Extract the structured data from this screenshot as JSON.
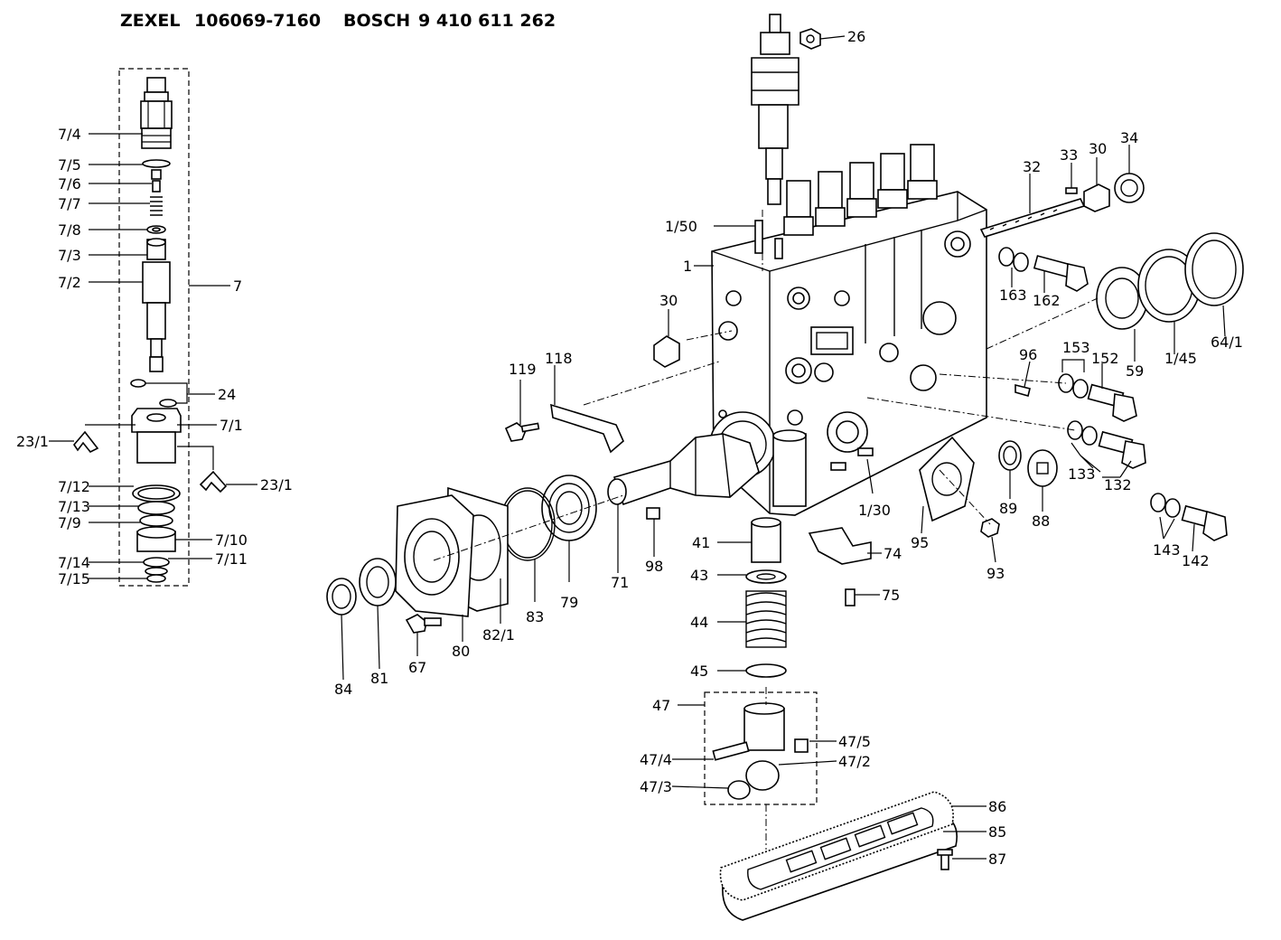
{
  "title": {
    "brand1": "ZEXEL",
    "part1": "106069-7160",
    "brand2": "BOSCH",
    "part2": "9 410 611 262"
  },
  "callouts": [
    {
      "id": "26",
      "text": "26"
    },
    {
      "id": "7-4",
      "text": "7/4"
    },
    {
      "id": "7-5",
      "text": "7/5"
    },
    {
      "id": "7-6",
      "text": "7/6"
    },
    {
      "id": "7-7",
      "text": "7/7"
    },
    {
      "id": "7-8",
      "text": "7/8"
    },
    {
      "id": "7-3",
      "text": "7/3"
    },
    {
      "id": "7-2",
      "text": "7/2"
    },
    {
      "id": "7",
      "text": "7"
    },
    {
      "id": "24",
      "text": "24"
    },
    {
      "id": "7-1",
      "text": "7/1"
    },
    {
      "id": "23-1a",
      "text": "23/1"
    },
    {
      "id": "23-1b",
      "text": "23/1"
    },
    {
      "id": "7-12",
      "text": "7/12"
    },
    {
      "id": "7-13",
      "text": "7/13"
    },
    {
      "id": "7-9",
      "text": "7/9"
    },
    {
      "id": "7-10",
      "text": "7/10"
    },
    {
      "id": "7-14",
      "text": "7/14"
    },
    {
      "id": "7-11",
      "text": "7/11"
    },
    {
      "id": "7-15",
      "text": "7/15"
    },
    {
      "id": "1-50",
      "text": "1/50"
    },
    {
      "id": "1",
      "text": "1"
    },
    {
      "id": "30a",
      "text": "30"
    },
    {
      "id": "119",
      "text": "119"
    },
    {
      "id": "118",
      "text": "118"
    },
    {
      "id": "33",
      "text": "33"
    },
    {
      "id": "30b",
      "text": "30"
    },
    {
      "id": "34",
      "text": "34"
    },
    {
      "id": "32",
      "text": "32"
    },
    {
      "id": "163",
      "text": "163"
    },
    {
      "id": "162",
      "text": "162"
    },
    {
      "id": "59",
      "text": "59"
    },
    {
      "id": "1-45",
      "text": "1/45"
    },
    {
      "id": "64-1",
      "text": "64/1"
    },
    {
      "id": "96",
      "text": "96"
    },
    {
      "id": "153",
      "text": "153"
    },
    {
      "id": "152",
      "text": "152"
    },
    {
      "id": "133",
      "text": "133"
    },
    {
      "id": "132",
      "text": "132"
    },
    {
      "id": "89",
      "text": "89"
    },
    {
      "id": "88",
      "text": "88"
    },
    {
      "id": "143",
      "text": "143"
    },
    {
      "id": "142",
      "text": "142"
    },
    {
      "id": "1-30",
      "text": "1/30"
    },
    {
      "id": "95",
      "text": "95"
    },
    {
      "id": "93",
      "text": "93"
    },
    {
      "id": "74",
      "text": "74"
    },
    {
      "id": "75",
      "text": "75"
    },
    {
      "id": "41",
      "text": "41"
    },
    {
      "id": "43",
      "text": "43"
    },
    {
      "id": "44",
      "text": "44"
    },
    {
      "id": "45",
      "text": "45"
    },
    {
      "id": "98",
      "text": "98"
    },
    {
      "id": "71",
      "text": "71"
    },
    {
      "id": "79",
      "text": "79"
    },
    {
      "id": "83",
      "text": "83"
    },
    {
      "id": "82-1",
      "text": "82/1"
    },
    {
      "id": "80",
      "text": "80"
    },
    {
      "id": "67",
      "text": "67"
    },
    {
      "id": "81",
      "text": "81"
    },
    {
      "id": "84",
      "text": "84"
    },
    {
      "id": "47",
      "text": "47"
    },
    {
      "id": "47-5",
      "text": "47/5"
    },
    {
      "id": "47-4",
      "text": "47/4"
    },
    {
      "id": "47-2",
      "text": "47/2"
    },
    {
      "id": "47-3",
      "text": "47/3"
    },
    {
      "id": "86",
      "text": "86"
    },
    {
      "id": "85",
      "text": "85"
    },
    {
      "id": "87",
      "text": "87"
    }
  ]
}
